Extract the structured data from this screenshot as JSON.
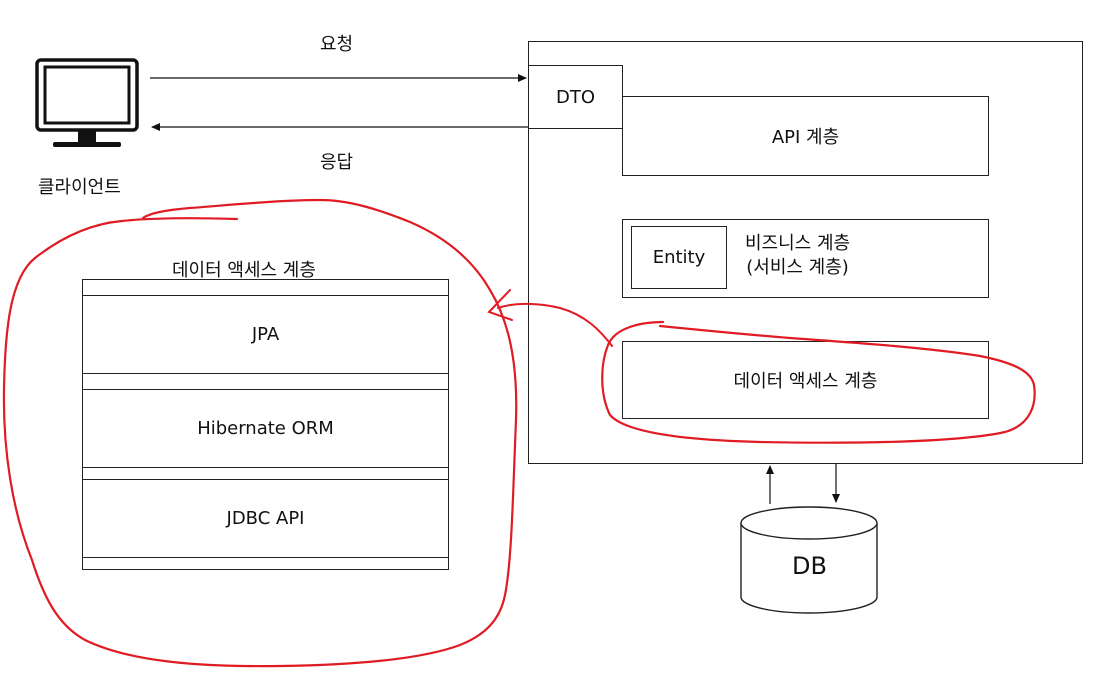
{
  "client": {
    "label": "클라이언트",
    "icon": "monitor-icon"
  },
  "arrows": {
    "request_label": "요청",
    "response_label": "응답"
  },
  "server": {
    "dto_label": "DTO",
    "api_layer": "API 계층",
    "business_layer_line1": "비즈니스 계층",
    "business_layer_line2": "(서비스 계층)",
    "entity_label": "Entity",
    "data_access_layer": "데이터 액세스 계층"
  },
  "db": {
    "label": "DB"
  },
  "data_access_detail": {
    "title": "데이터 액세스 계층",
    "layers": [
      "JPA",
      "Hibernate ORM",
      "JDBC API"
    ]
  },
  "colors": {
    "annotation": "#e01b24",
    "line": "#222222"
  }
}
